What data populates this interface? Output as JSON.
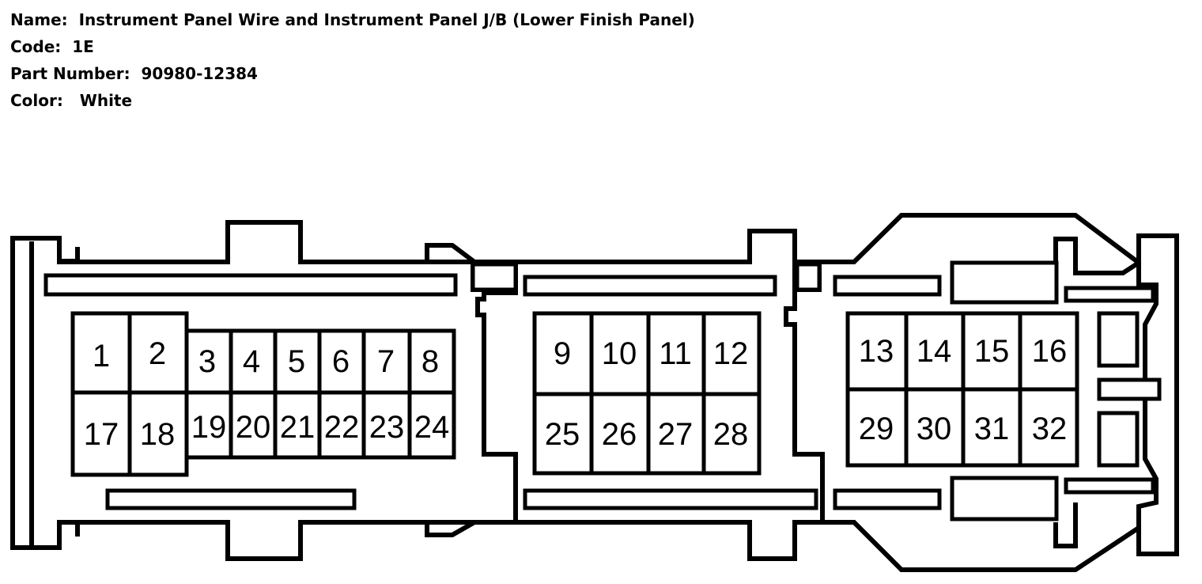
{
  "header": {
    "name_label": "Name:",
    "name_value": "Instrument Panel Wire and Instrument Panel J/B (Lower Finish Panel)",
    "code_label": "Code:",
    "code_value": "1E",
    "part_label": "Part Number:",
    "part_value": "90980-12384",
    "color_label": "Color:",
    "color_value": "White"
  },
  "pins": [
    "1",
    "2",
    "3",
    "4",
    "5",
    "6",
    "7",
    "8",
    "9",
    "10",
    "11",
    "12",
    "13",
    "14",
    "15",
    "16",
    "17",
    "18",
    "19",
    "20",
    "21",
    "22",
    "23",
    "24",
    "25",
    "26",
    "27",
    "28",
    "29",
    "30",
    "31",
    "32"
  ]
}
